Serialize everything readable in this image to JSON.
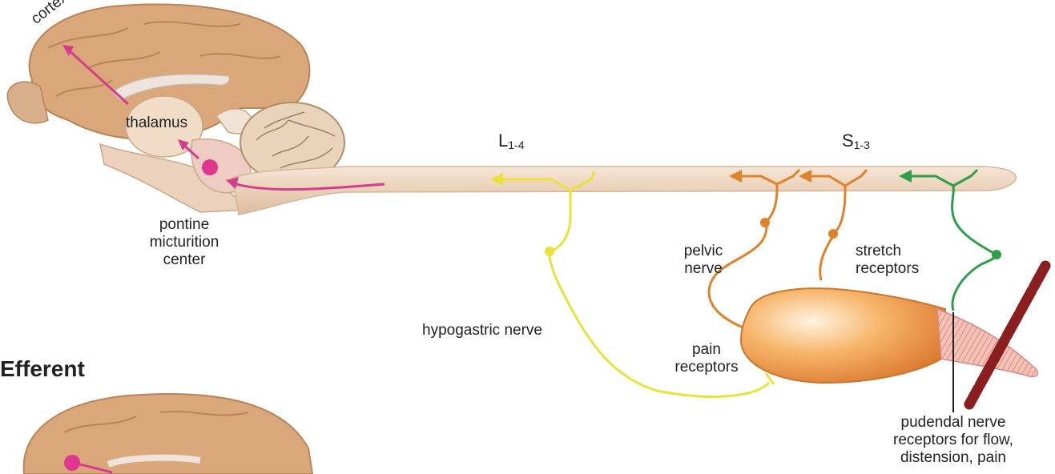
{
  "labels": {
    "cortex": "cortex",
    "thalamus": "thalamus",
    "pontine_micturition_center": [
      "pontine",
      "micturition",
      "center"
    ],
    "lumbar_segment": {
      "main": "L",
      "sub": "1-4"
    },
    "sacral_segment": {
      "main": "S",
      "sub": "1-3"
    },
    "pelvic_nerve": [
      "pelvic",
      "nerve"
    ],
    "stretch_receptors": [
      "stretch",
      "receptors"
    ],
    "hypogastric_nerve": "hypogastric nerve",
    "pain_receptors": [
      "pain",
      "receptors"
    ],
    "pudendal_nerve": [
      "pudendal nerve",
      "receptors for flow,",
      "distension, pain"
    ],
    "efferent_heading": "Efferent"
  },
  "colors": {
    "brain": "#d9a77a",
    "brain_outline": "#b8845a",
    "spinal_cord": "#efd8c4",
    "afferent_brain_pathway": "#d63c8e",
    "lumbar_nerve": "#e8e33a",
    "pelvic_nerve": "#e0822a",
    "pudendal_nerve": "#2e9e48",
    "bladder": "#f0a050",
    "sphincter": "#8b1e1e"
  }
}
